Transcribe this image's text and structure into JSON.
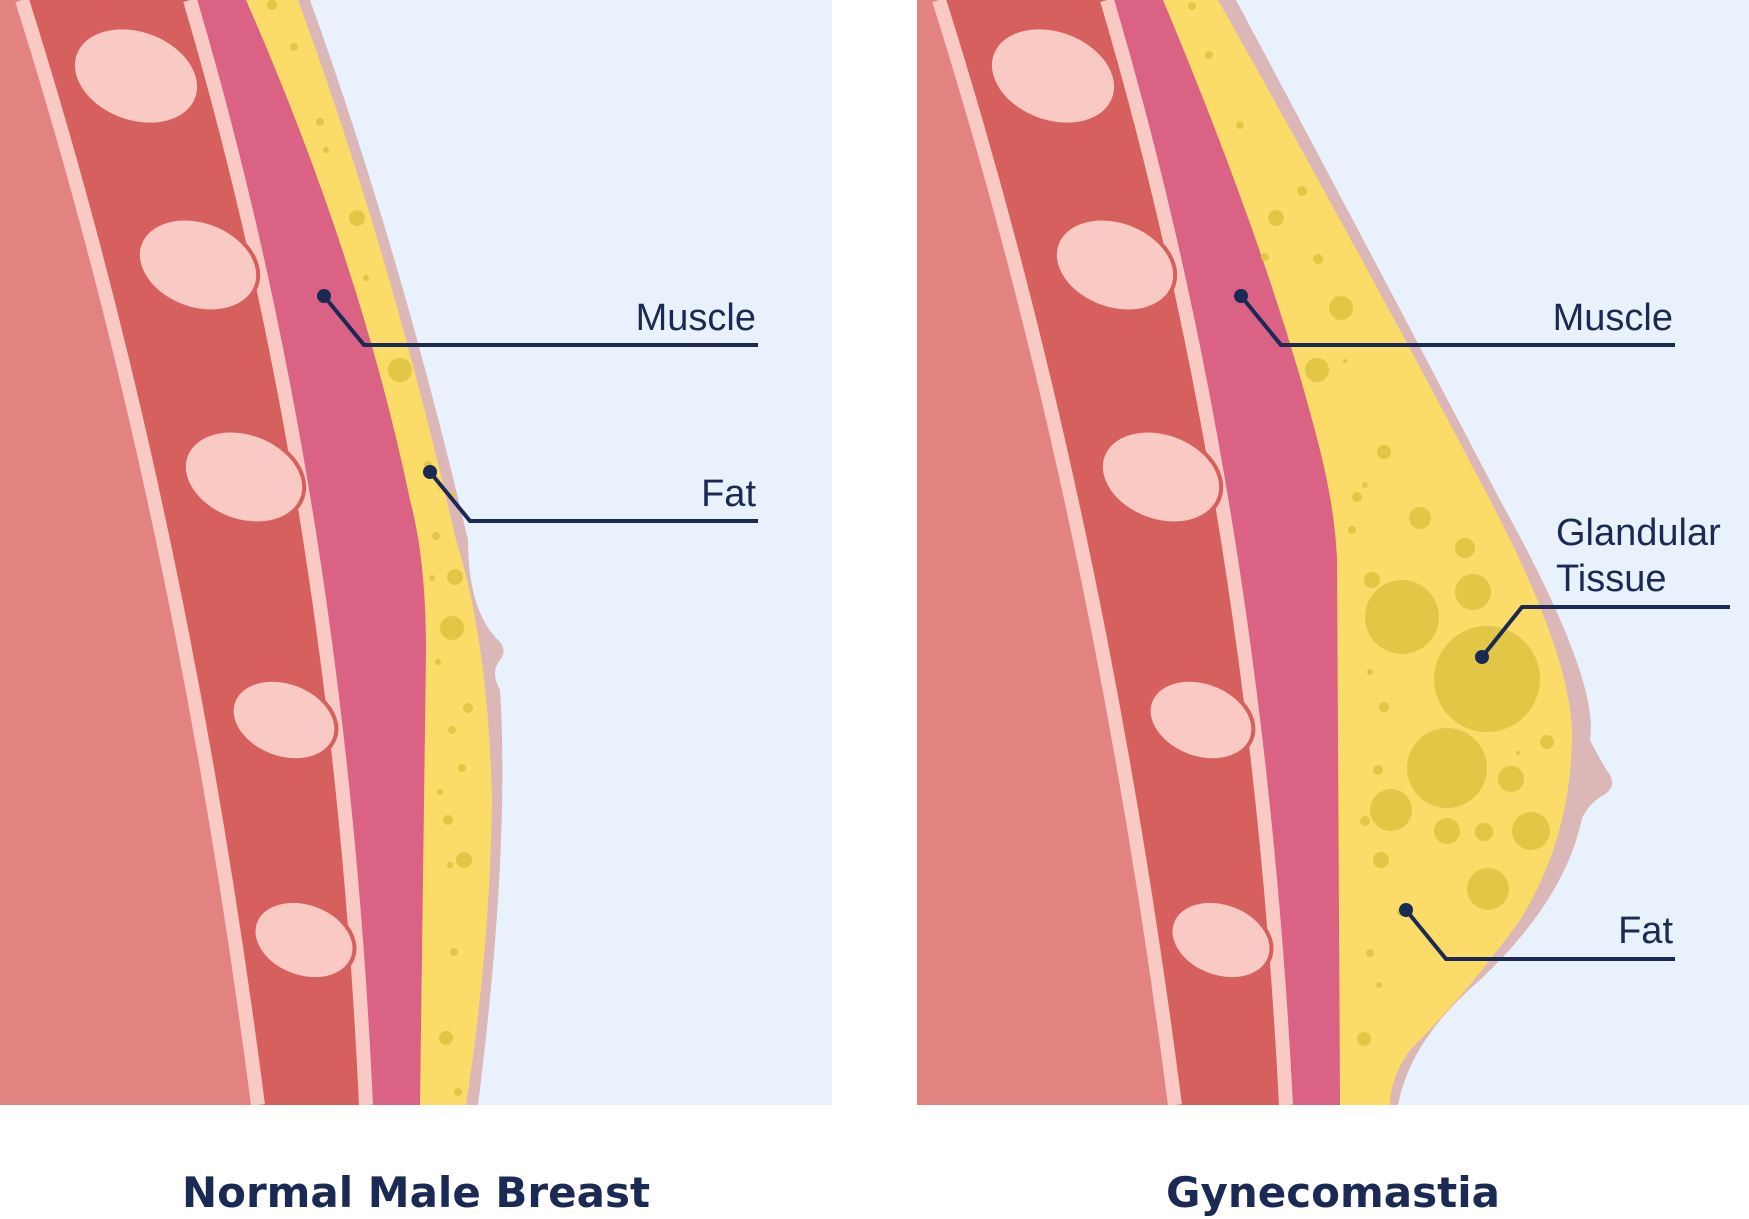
{
  "colors": {
    "background": "#e9f2fc",
    "skin": "#dbb7b7",
    "fat": "#fbdc68",
    "fat_dots": "#e2c747",
    "pectoral_muscle": "#d96285",
    "ribcage_muscle": "#d6605d",
    "ribs": "#f9c9c3",
    "lung": "#e28281",
    "text": "#1b2a55"
  },
  "panels": [
    {
      "caption": "Normal Male Breast",
      "labels": {
        "muscle": "Muscle",
        "fat": "Fat"
      }
    },
    {
      "caption": "Gynecomastia",
      "labels": {
        "muscle": "Muscle",
        "glandular_line1": "Glandular",
        "glandular_line2": "Tissue",
        "fat": "Fat"
      }
    }
  ]
}
